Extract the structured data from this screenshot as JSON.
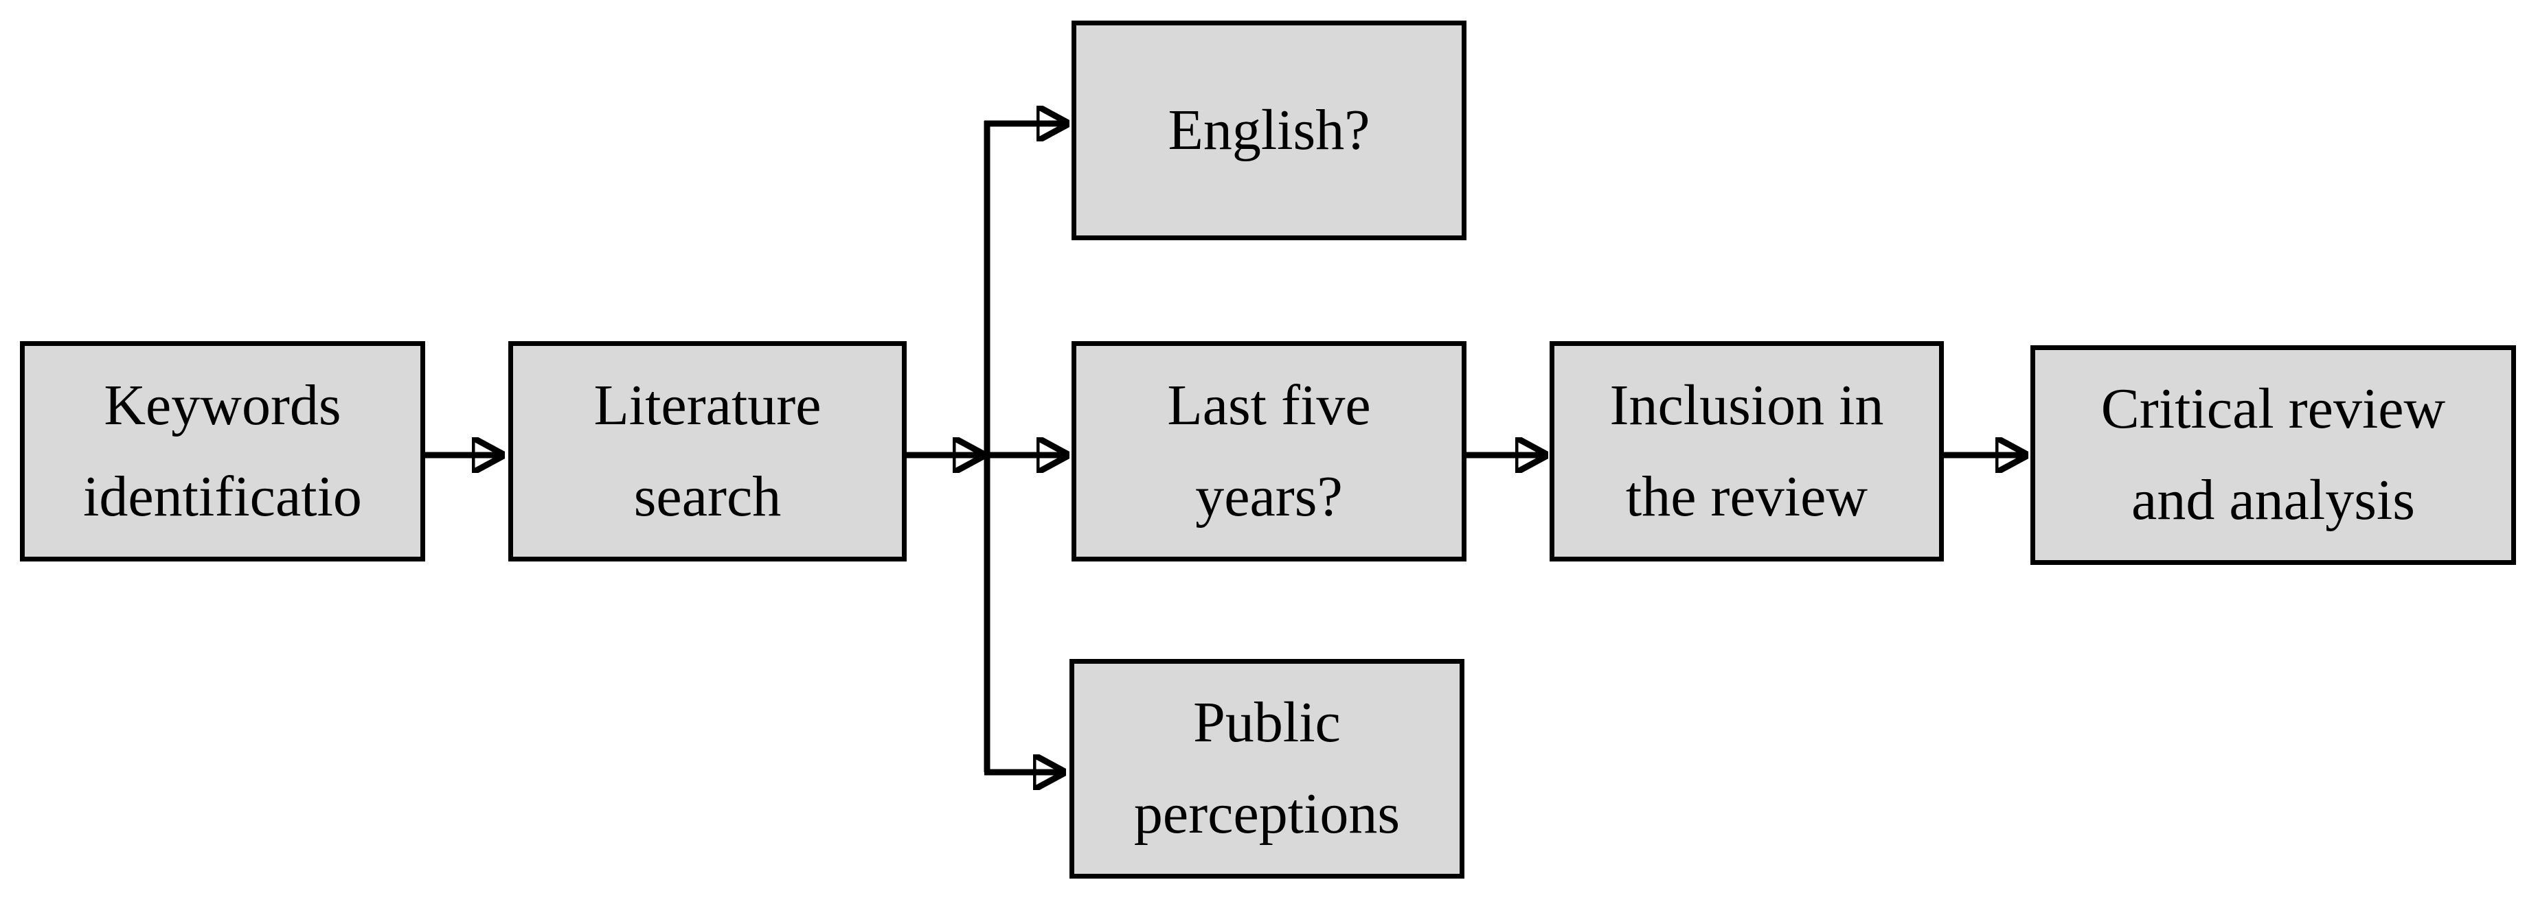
{
  "diagram": {
    "background_color": "#ffffff",
    "node_fill_color": "#d9d9d9",
    "node_border_color": "#000000",
    "arrow_color": "#000000",
    "nodes": [
      {
        "id": "keywords-identification",
        "label": "Keywords\nidentificatio"
      },
      {
        "id": "literature-search",
        "label": "Literature\nsearch"
      },
      {
        "id": "english",
        "label": "English?"
      },
      {
        "id": "last-five-years",
        "label": "Last five\nyears?"
      },
      {
        "id": "public-perceptions",
        "label": "Public\nperceptions"
      },
      {
        "id": "inclusion-in-review",
        "label": "Inclusion in\nthe review"
      },
      {
        "id": "critical-review",
        "label": "Critical review\nand analysis"
      }
    ],
    "edges": [
      {
        "from": "keywords-identification",
        "to": "literature-search"
      },
      {
        "from": "literature-search",
        "to": "english"
      },
      {
        "from": "literature-search",
        "to": "last-five-years"
      },
      {
        "from": "literature-search",
        "to": "public-perceptions"
      },
      {
        "from": "last-five-years",
        "to": "inclusion-in-review"
      },
      {
        "from": "inclusion-in-review",
        "to": "critical-review"
      }
    ]
  }
}
